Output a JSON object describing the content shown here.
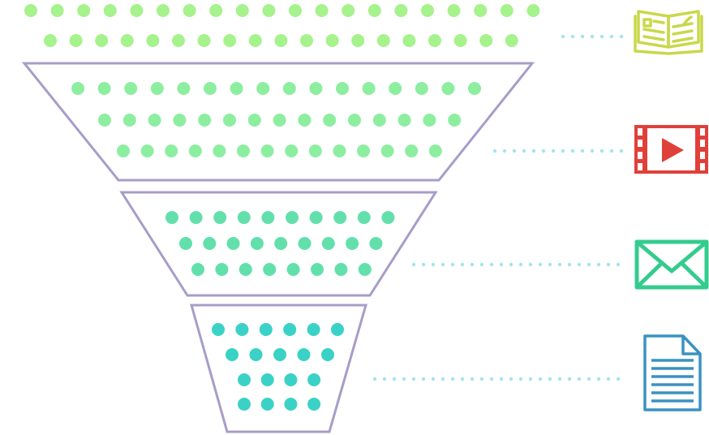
{
  "colors": {
    "funnel_outline": "#a89cc8",
    "dot_top_rows": "#a6f28c",
    "dot_stage1": "#8deea0",
    "dot_stage2": "#62e0ac",
    "dot_stage3": "#3ad2c6",
    "connector": "#a4e4ec",
    "icon_book": "#c8d84a",
    "icon_video": "#e0403a",
    "icon_mail": "#34cc8e",
    "icon_document": "#3a92c2"
  },
  "stages": [
    {
      "name": "top",
      "row_dot_counts": [
        20,
        19
      ],
      "icon": "open-book-icon"
    },
    {
      "name": "stage-1",
      "row_dot_counts": [
        16,
        15,
        14
      ],
      "icon": "video-play-icon"
    },
    {
      "name": "stage-2",
      "row_dot_counts": [
        10,
        9,
        8
      ],
      "icon": "mail-envelope-icon"
    },
    {
      "name": "stage-3",
      "row_dot_counts": [
        6,
        5,
        4,
        4
      ],
      "icon": "document-icon"
    }
  ]
}
